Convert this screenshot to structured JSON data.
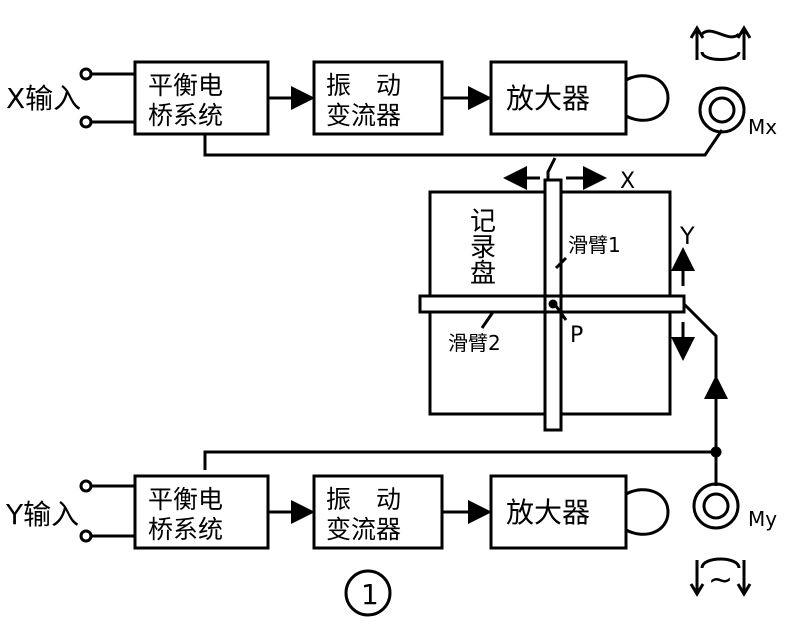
{
  "top_chain": {
    "input_label": "X输入",
    "bridge_line1": "平衡电",
    "bridge_line2": "桥系统",
    "chopper_line1": "振　动",
    "chopper_line2": "变流器",
    "amplifier": "放大器",
    "motor": "Mx",
    "ac_symbol": "~"
  },
  "bottom_chain": {
    "input_label": "Y输入",
    "bridge_line1": "平衡电",
    "bridge_line2": "桥系统",
    "chopper_line1": "振　动",
    "chopper_line2": "变流器",
    "amplifier": "放大器",
    "motor": "My",
    "ac_symbol": "~"
  },
  "plotter": {
    "board_line1": "记",
    "board_line2": "录",
    "board_line3": "盘",
    "slide_arm_1": "滑臂1",
    "slide_arm_2": "滑臂2",
    "pen_point": "P",
    "x_axis": "X",
    "y_axis": "Y"
  },
  "figure_number": "1"
}
